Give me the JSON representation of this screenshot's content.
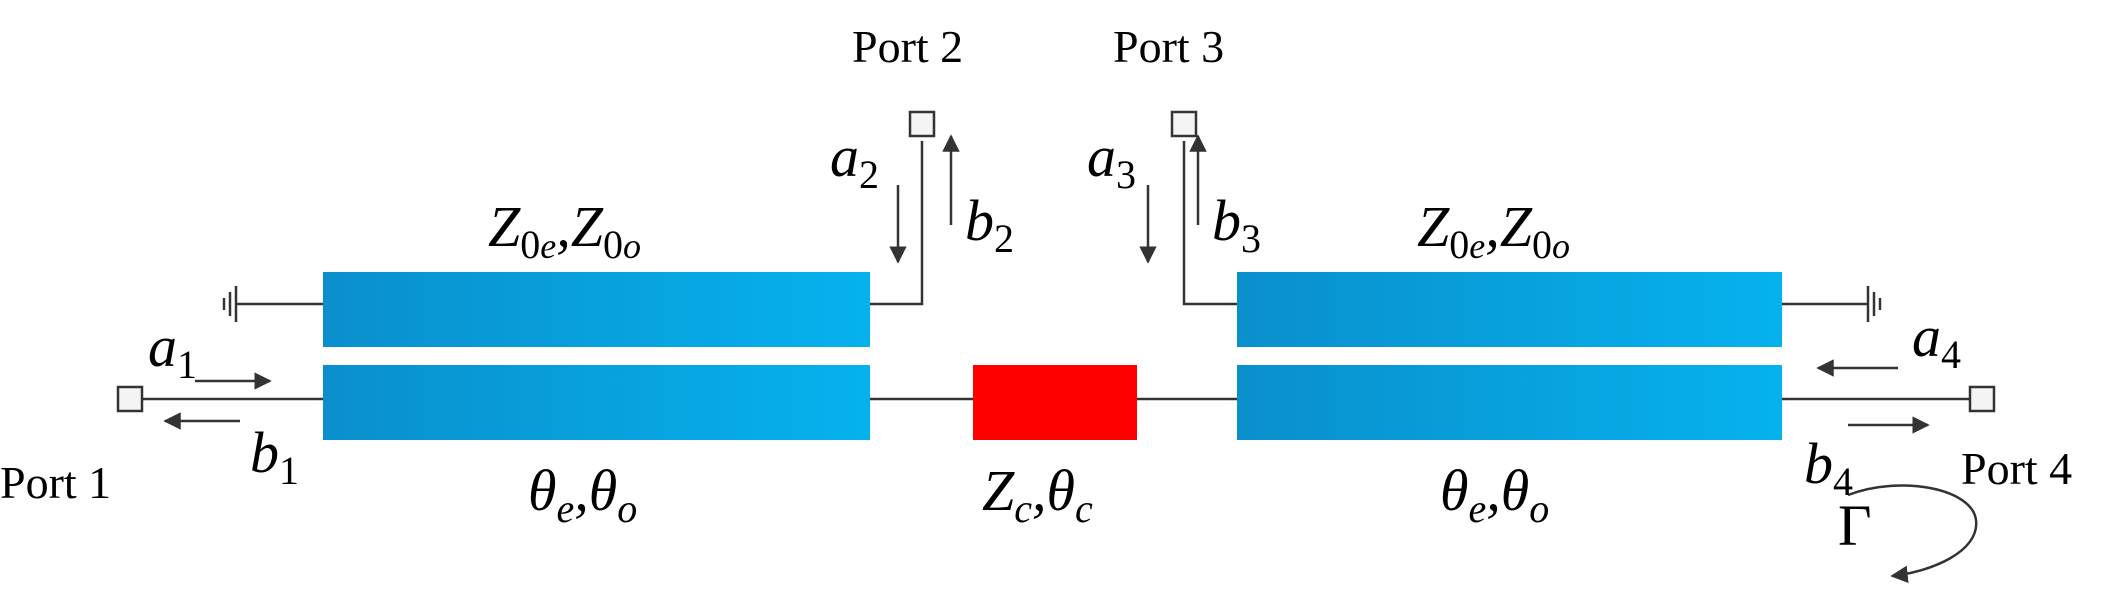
{
  "ports": {
    "p1": "Port 1",
    "p2": "Port 2",
    "p3": "Port 3",
    "p4": "Port 4"
  },
  "waves": {
    "a1": {
      "base": "a",
      "sub": "1"
    },
    "b1": {
      "base": "b",
      "sub": "1"
    },
    "a2": {
      "base": "a",
      "sub": "2"
    },
    "b2": {
      "base": "b",
      "sub": "2"
    },
    "a3": {
      "base": "a",
      "sub": "3"
    },
    "b3": {
      "base": "b",
      "sub": "3"
    },
    "a4": {
      "base": "a",
      "sub": "4"
    },
    "b4": {
      "base": "b",
      "sub": "4"
    }
  },
  "left_coupler": {
    "impedance": {
      "z": "Z",
      "even_sub": "0",
      "even_subsub": "e",
      "sep": ",",
      "odd_sub": "0",
      "odd_subsub": "o"
    },
    "angle": {
      "theta": "θ",
      "even_sub": "e",
      "sep": ",",
      "odd_sub": "o"
    }
  },
  "right_coupler": {
    "impedance": {
      "z": "Z",
      "even_sub": "0",
      "even_subsub": "e",
      "sep": ",",
      "odd_sub": "0",
      "odd_subsub": "o"
    },
    "angle": {
      "theta": "θ",
      "even_sub": "e",
      "sep": ",",
      "odd_sub": "o"
    }
  },
  "connecting_line": {
    "z": "Z",
    "z_sub": "c",
    "sep": ",",
    "theta": "θ",
    "theta_sub": "c"
  },
  "reflection": "Γ",
  "colors": {
    "coupled_line_dark": "#0a8fcc",
    "coupled_line_light": "#05b2ee",
    "connecting_line": "#ff0000",
    "wire": "#333333"
  }
}
